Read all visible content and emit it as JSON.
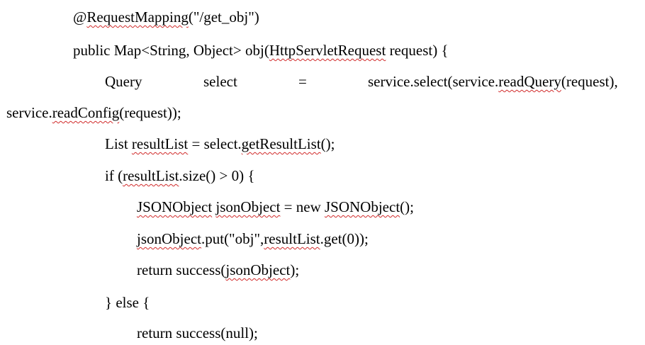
{
  "code": {
    "annotation": {
      "at": "@",
      "name": "RequestMapping",
      "args": "(\"/get_obj\")"
    },
    "signature": {
      "pre": "public Map<String, Object> obj(",
      "param_type": "HttpServletRequest",
      "post": " request) {"
    },
    "query_decl": {
      "type": "Query",
      "var": "select",
      "eq": "=",
      "call_pre": "service.select(service.",
      "method": "readQuery",
      "call_post": "(request),"
    },
    "query_cont": {
      "pre": "service.",
      "method": "readConfig",
      "post": "(request));"
    },
    "list_decl": {
      "pre": "List ",
      "var": "resultList",
      "mid": " = select.",
      "method": "getResultList",
      "post": "();"
    },
    "if_stmt": {
      "pre": "if (",
      "var": "resultList",
      "post": ".size() > 0) {"
    },
    "json_decl": {
      "type": "JSONObject",
      "sp": " ",
      "var": "jsonObject",
      "mid": " = new ",
      "ctor": "JSONObject",
      "post": "();"
    },
    "put_stmt": {
      "var": "jsonObject",
      "mid": ".put(\"obj\",",
      "list": "resultList",
      "post": ".get(0));"
    },
    "return_ok": {
      "pre": "return success(",
      "arg": "jsonObject",
      "post": ");"
    },
    "else_stmt": "} else {",
    "return_null": "return success(null);"
  }
}
